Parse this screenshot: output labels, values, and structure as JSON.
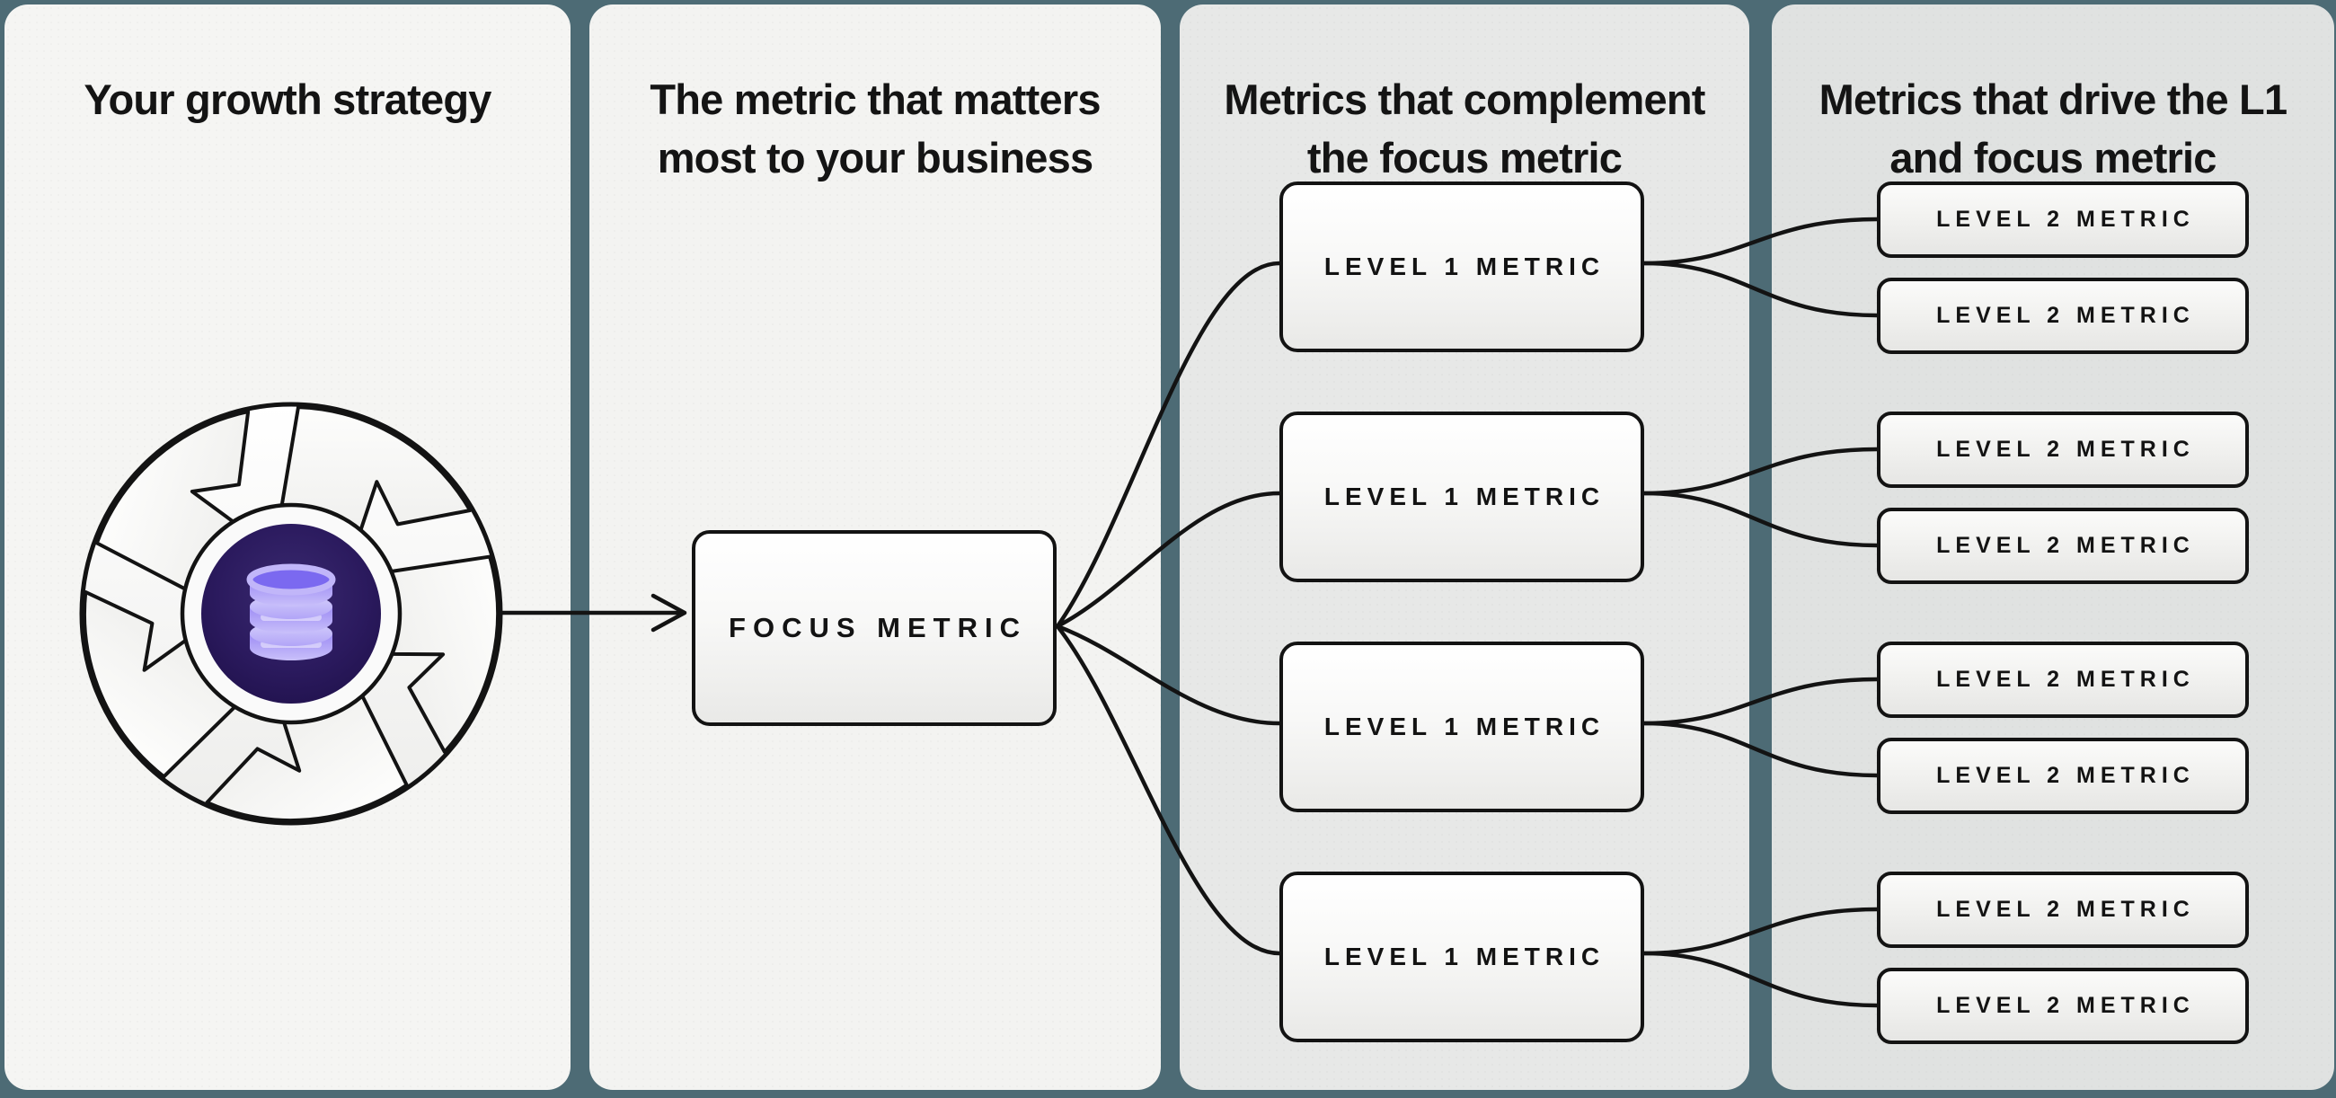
{
  "colors": {
    "background": "#4d6b75",
    "line": "#131313",
    "panel_light": "#f5f5f3",
    "panel_gray": "#e7e8e7",
    "hub_purple": "#2b1a5e",
    "database_purple": "#b1a4f7"
  },
  "panels": [
    {
      "name": "growth-strategy",
      "title_lines": [
        "Your growth strategy"
      ]
    },
    {
      "name": "focus-metric",
      "title_lines": [
        "The metric that matters",
        "most to your business"
      ]
    },
    {
      "name": "level1-metrics",
      "title_lines": [
        "Metrics that complement",
        "the focus metric"
      ]
    },
    {
      "name": "level2-metrics",
      "title_lines": [
        "Metrics that drive the L1",
        "and focus metric"
      ]
    }
  ],
  "nodes": {
    "focus": {
      "label": "FOCUS METRIC"
    },
    "level1": [
      {
        "label": "LEVEL 1 METRIC"
      },
      {
        "label": "LEVEL 1 METRIC"
      },
      {
        "label": "LEVEL 1 METRIC"
      },
      {
        "label": "LEVEL 1 METRIC"
      }
    ],
    "level2": [
      {
        "label": "LEVEL 2 METRIC"
      },
      {
        "label": "LEVEL 2 METRIC"
      },
      {
        "label": "LEVEL 2 METRIC"
      },
      {
        "label": "LEVEL 2 METRIC"
      },
      {
        "label": "LEVEL 2 METRIC"
      },
      {
        "label": "LEVEL 2 METRIC"
      },
      {
        "label": "LEVEL 2 METRIC"
      },
      {
        "label": "LEVEL 2 METRIC"
      }
    ]
  },
  "icons": {
    "flywheel": "growth-flywheel-icon",
    "center": "database-icon"
  }
}
